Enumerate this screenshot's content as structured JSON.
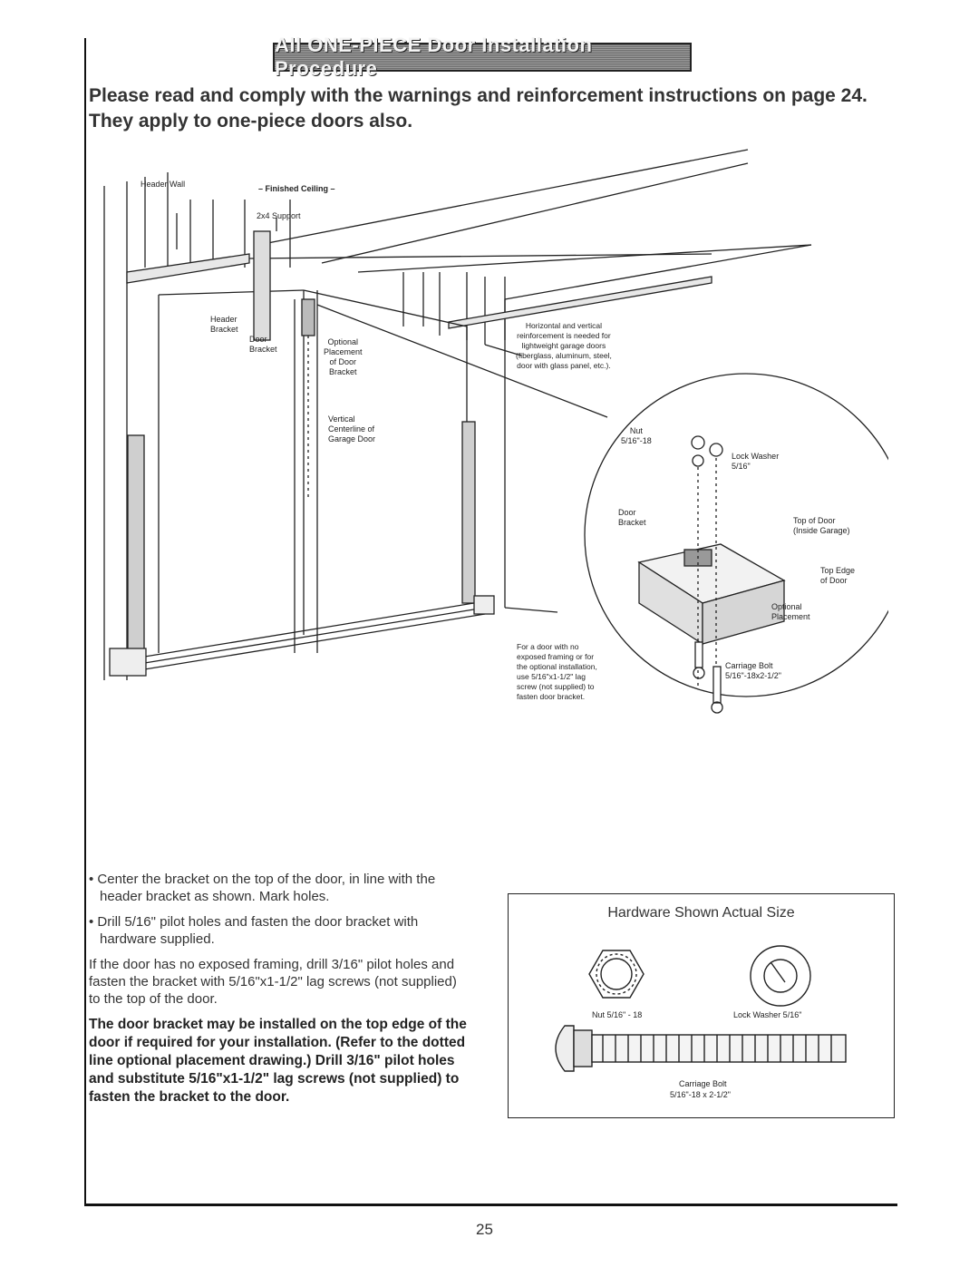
{
  "title": "All ONE-PIECE Door Installation Procedure",
  "intro": {
    "line1": "Please read and comply with the warnings and reinforcement instructions on page 24.",
    "line2": "They apply to one-piece doors also."
  },
  "diagram_labels": {
    "header_wall": "Header Wall",
    "finished_ceiling": "– Finished Ceiling –",
    "support": "2x4 Support",
    "header_bracket": "Header\nBracket",
    "door_bracket": "Door\nBracket",
    "optional_placement": "Optional\nPlacement\nof Door\nBracket",
    "reinforcement_note": "Horizontal and vertical\nreinforcement is needed for\nlightweight garage doors\n(fiberglass, aluminum, steel,\ndoor with glass panel, etc.).",
    "vertical_centerline": "Vertical\nCenterline of\nGarage Door",
    "nut": "Nut\n5/16\"-18",
    "lock_washer": "Lock Washer\n5/16\"",
    "door_bracket_detail": "Door\nBracket",
    "top_of_door": "Top of Door\n(Inside Garage)",
    "top_edge": "Top Edge\nof Door",
    "optional_placement_detail": "Optional\nPlacement",
    "lag_note": "For a door with no\nexposed framing or for\nthe optional installation,\nuse 5/16\"x1-1/2\" lag\nscrew (not supplied) to\nfasten door bracket.",
    "carriage_bolt": "Carriage Bolt\n5/16\"-18x2-1/2\""
  },
  "instructions": {
    "bullet1": "• Center the bracket on the top of the door, in line with the header bracket as shown. Mark holes.",
    "bullet2": "• Drill 5/16\" pilot holes and fasten the door bracket with hardware supplied.",
    "para": "If the door has no exposed framing, drill 3/16\" pilot holes and fasten the bracket with 5/16\"x1-1/2\" lag screws (not supplied) to the top of the door.",
    "bold": "The door bracket may be installed on the top edge of the door if required for your installation. (Refer to the dotted line optional placement drawing.) Drill 3/16\" pilot holes and substitute 5/16\"x1-1/2\" lag screws (not supplied) to fasten the bracket to the door."
  },
  "hardware": {
    "title": "Hardware Shown Actual Size",
    "nut": "Nut 5/16\" - 18",
    "lock_washer": "Lock Washer 5/16\"",
    "carriage_bolt": "Carriage Bolt",
    "carriage_bolt_size": "5/16\"-18 x 2-1/2\""
  },
  "page_number": "25"
}
